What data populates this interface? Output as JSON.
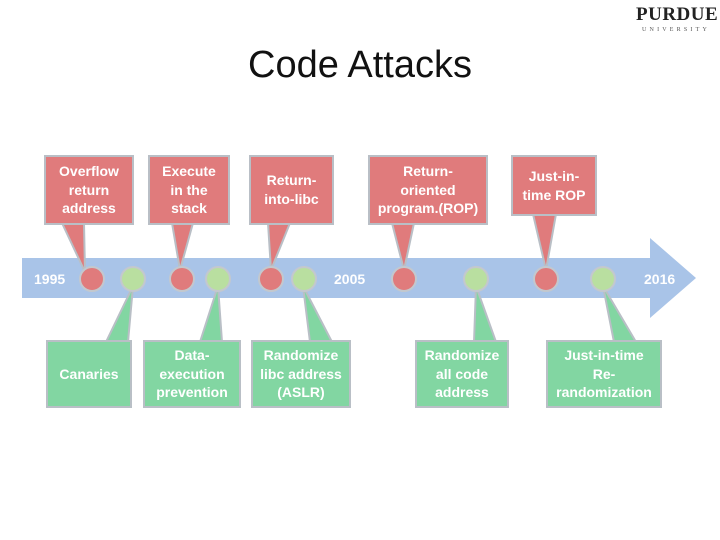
{
  "header": {
    "logo_main": "PURDUE",
    "logo_sub": "UNIVERSITY",
    "title": "Code Attacks"
  },
  "timeline": {
    "years": [
      "1995",
      "2005",
      "2016"
    ]
  },
  "attacks": [
    "Overflow\nreturn\naddress",
    "Execute\nin the\nstack",
    "Return-\ninto-libc",
    "Return-\noriented\nprogram.(ROP)",
    "Just-in-\ntime ROP"
  ],
  "defenses": [
    "Canaries",
    "Data-\nexecution\nprevention",
    "Randomize\nlibc address\n(ASLR)",
    "Randomize\nall code\naddress",
    "Just-in-time\nRe-\nrandomization"
  ],
  "colors": {
    "attack": "#e07b7c",
    "defense": "#82d6a2",
    "arrow": "#a9c4e8",
    "box_border": "#b9bfc6"
  }
}
